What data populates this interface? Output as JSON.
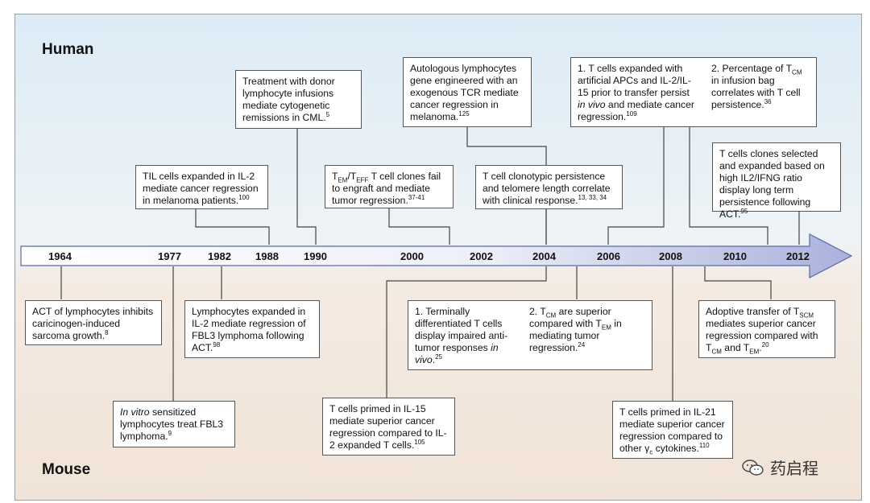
{
  "labels": {
    "human": "Human",
    "mouse": "Mouse"
  },
  "years": [
    "1964",
    "1977",
    "1982",
    "1988",
    "1990",
    "2000",
    "2002",
    "2004",
    "2006",
    "2008",
    "2010",
    "2012"
  ],
  "human_events": {
    "h1": {
      "html": "TIL cells expanded in IL-2 mediate cancer regression in melanoma patients.<sup>100</sup>"
    },
    "h2": {
      "html": "Treatment with donor lymphocyte infusions mediate cytogenetic remissions in CML.<sup>5</sup>"
    },
    "h3": {
      "html": "T<sub>EM</sub>/T<sub>EFF</sub> T cell clones fail to engraft and mediate tumor regression.<sup>37-41</sup>"
    },
    "h4": {
      "html": "Autologous lymphocytes gene engineered with an exogenous TCR mediate cancer regression in melanoma.<sup>125</sup>"
    },
    "h5": {
      "html": "T cell clonotypic persistence and telomere length correlate with clinical response.<sup>13, 33, 34</sup>"
    },
    "h6a": {
      "html": "1. T cells expanded with artificial APCs and IL-2/IL-15 prior to transfer persist <i>in vivo</i> and mediate cancer regression.<sup>109</sup>"
    },
    "h6b": {
      "html": "2. Percentage of T<sub>CM</sub> in infusion bag correlates with T cell persistence.<sup>36</sup>"
    },
    "h7": {
      "html": "T cells clones selected and expanded based on high IL2/IFNG ratio display long term persistence following ACT.<sup>95</sup>"
    }
  },
  "mouse_events": {
    "m1": {
      "html": "ACT of lymphocytes inhibits caricinogen-induced sarcoma growth.<sup>8</sup>"
    },
    "m2": {
      "html": "<i>In vitro</i> sensitized lymphocytes treat FBL3 lymphoma.<sup>9</sup>"
    },
    "m3": {
      "html": "Lymphocytes expanded in IL-2 mediate regression of FBL3 lymphoma following ACT.<sup>98</sup>"
    },
    "m4a": {
      "html": "1. Terminally differentiated T cells display impaired anti-tumor responses <i>in vivo</i>.<sup>25</sup>"
    },
    "m4b": {
      "html": "2. T<sub>CM</sub> are superior compared with T<sub>EM</sub> in mediating tumor regression.<sup>24</sup>"
    },
    "m5": {
      "html": "T cells primed in IL-15 mediate superior cancer regression compared to IL-2 expanded T cells.<sup>105</sup>"
    },
    "m6": {
      "html": "T cells primed in IL-21 mediate superior cancer regression compared to other &#947;<sub>c</sub> cytokines.<sup>110</sup>"
    },
    "m7": {
      "html": "Adoptive transfer of T<sub>SCM</sub> mediates superior cancer regression compared with T<sub>CM</sub> and T<sub>EM</sub>.<sup>20</sup>"
    }
  },
  "watermark": {
    "text": "药启程",
    "icon": "wechat-icon"
  }
}
